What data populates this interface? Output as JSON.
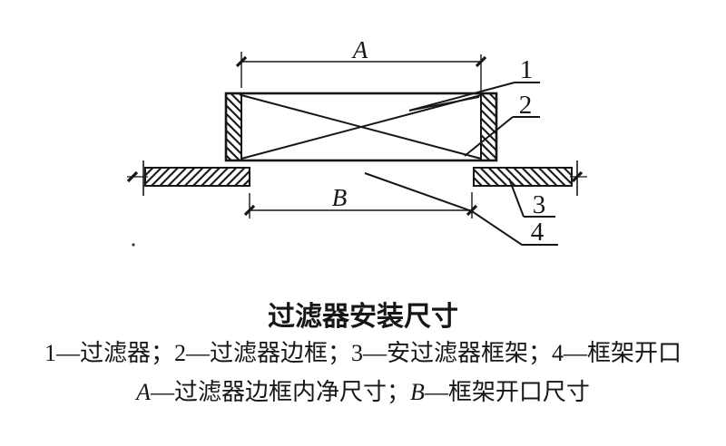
{
  "figure": {
    "dim_a_label": "A",
    "dim_b_label": "B",
    "callout_1": "1",
    "callout_2": "2",
    "callout_3": "3",
    "callout_4": "4"
  },
  "caption": {
    "title": "过滤器安装尺寸",
    "legend_line1": "1—过滤器；2—过滤器边框；3—安过滤器框架；4—框架开口",
    "legend_line2_a_symbol": "A",
    "legend_line2_a_text": "—过滤器边框内净尺寸；",
    "legend_line2_b_symbol": "B",
    "legend_line2_b_text": "—框架开口尺寸"
  },
  "colors": {
    "ink": "#161616",
    "paper": "#ffffff"
  }
}
